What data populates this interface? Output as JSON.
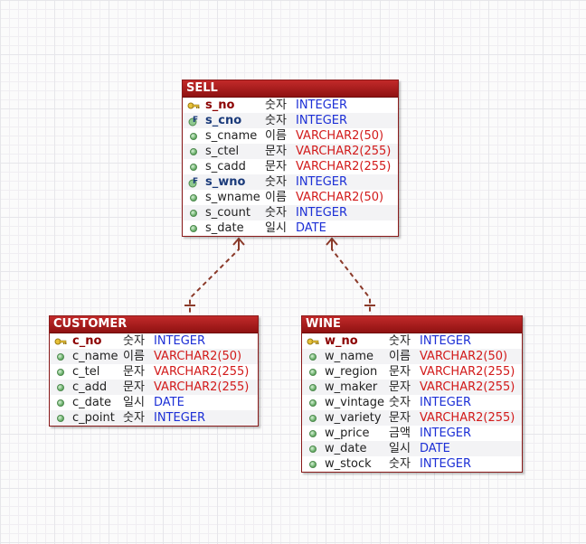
{
  "entities": {
    "sell": {
      "title": "SELL",
      "columns": [
        {
          "key": "pk",
          "name": "s_no",
          "domain": "숫자",
          "type": "INTEGER"
        },
        {
          "key": "fk",
          "name": "s_cno",
          "domain": "숫자",
          "type": "INTEGER"
        },
        {
          "key": "col",
          "name": "s_cname",
          "domain": "이름",
          "type": "VARCHAR2(50)"
        },
        {
          "key": "col",
          "name": "s_ctel",
          "domain": "문자",
          "type": "VARCHAR2(255)"
        },
        {
          "key": "col",
          "name": "s_cadd",
          "domain": "문자",
          "type": "VARCHAR2(255)"
        },
        {
          "key": "fk",
          "name": "s_wno",
          "domain": "숫자",
          "type": "INTEGER"
        },
        {
          "key": "col",
          "name": "s_wname",
          "domain": "이름",
          "type": "VARCHAR2(50)"
        },
        {
          "key": "col",
          "name": "s_count",
          "domain": "숫자",
          "type": "INTEGER"
        },
        {
          "key": "col",
          "name": "s_date",
          "domain": "일시",
          "type": "DATE"
        }
      ]
    },
    "customer": {
      "title": "CUSTOMER",
      "columns": [
        {
          "key": "pk",
          "name": "c_no",
          "domain": "숫자",
          "type": "INTEGER"
        },
        {
          "key": "col",
          "name": "c_name",
          "domain": "이름",
          "type": "VARCHAR2(50)"
        },
        {
          "key": "col",
          "name": "c_tel",
          "domain": "문자",
          "type": "VARCHAR2(255)"
        },
        {
          "key": "col",
          "name": "c_add",
          "domain": "문자",
          "type": "VARCHAR2(255)"
        },
        {
          "key": "col",
          "name": "c_date",
          "domain": "일시",
          "type": "DATE"
        },
        {
          "key": "col",
          "name": "c_point",
          "domain": "숫자",
          "type": "INTEGER"
        }
      ]
    },
    "wine": {
      "title": "WINE",
      "columns": [
        {
          "key": "pk",
          "name": "w_no",
          "domain": "숫자",
          "type": "INTEGER"
        },
        {
          "key": "col",
          "name": "w_name",
          "domain": "이름",
          "type": "VARCHAR2(50)"
        },
        {
          "key": "col",
          "name": "w_region",
          "domain": "문자",
          "type": "VARCHAR2(255)"
        },
        {
          "key": "col",
          "name": "w_maker",
          "domain": "문자",
          "type": "VARCHAR2(255)"
        },
        {
          "key": "col",
          "name": "w_vintage",
          "domain": "숫자",
          "type": "INTEGER"
        },
        {
          "key": "col",
          "name": "w_variety",
          "domain": "문자",
          "type": "VARCHAR2(255)"
        },
        {
          "key": "col",
          "name": "w_price",
          "domain": "금액",
          "type": "INTEGER"
        },
        {
          "key": "col",
          "name": "w_date",
          "domain": "일시",
          "type": "DATE"
        },
        {
          "key": "col",
          "name": "w_stock",
          "domain": "숫자",
          "type": "INTEGER"
        }
      ]
    }
  },
  "relationships": [
    {
      "parent": "CUSTOMER",
      "child": "SELL",
      "style": "dashed"
    },
    {
      "parent": "WINE",
      "child": "SELL",
      "style": "dashed"
    }
  ],
  "colors": {
    "header": "#a11d1d",
    "pk_name": "#8b0000",
    "fk_name": "#1a3a7a",
    "type_numeric": "#1c2fd6",
    "type_char": "#d21a1a",
    "relationship_line": "#8b3a2a"
  }
}
